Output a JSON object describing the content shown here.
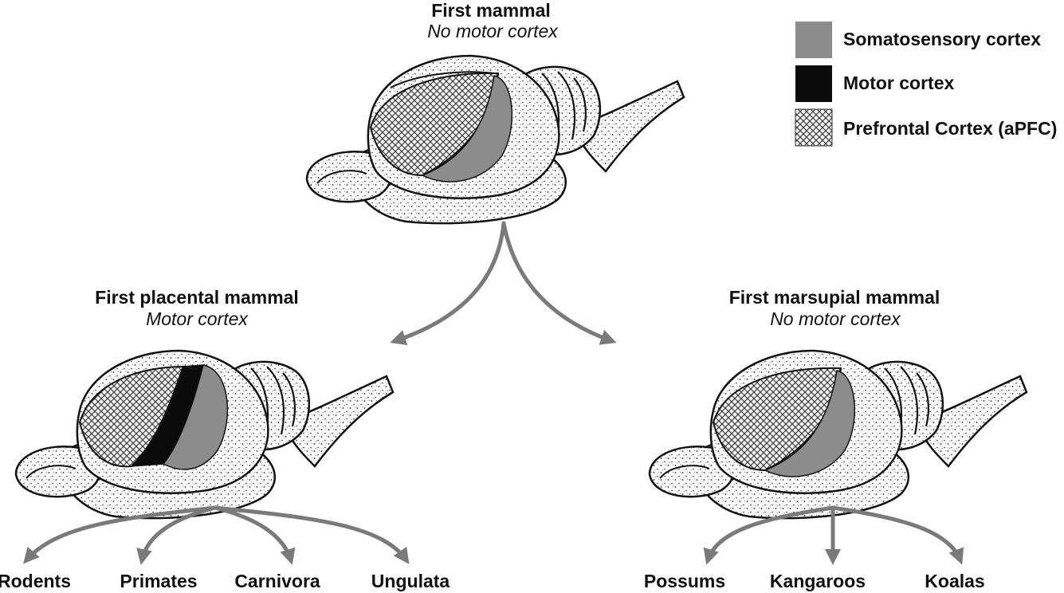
{
  "nodes": {
    "first_mammal": {
      "title": "First mammal",
      "subtitle": "No motor cortex"
    },
    "placental": {
      "title": "First placental mammal",
      "subtitle": "Motor cortex"
    },
    "marsupial": {
      "title": "First marsupial mammal",
      "subtitle": "No motor cortex"
    }
  },
  "descendants": {
    "placental": [
      "Rodents",
      "Primates",
      "Carnivora",
      "Ungulata"
    ],
    "marsupial": [
      "Possums",
      "Kangaroos",
      "Koalas"
    ]
  },
  "legend": [
    {
      "label": "Somatosensory cortex",
      "swatch": "somatosensory"
    },
    {
      "label": "Motor cortex",
      "swatch": "motor"
    },
    {
      "label": "Prefrontal Cortex (aPFC)",
      "swatch": "prefrontal"
    }
  ],
  "colors": {
    "somatosensory": "#8c8c8c",
    "motor": "#0b0b0b",
    "arrow": "#7a7a7a",
    "outline": "#111111"
  }
}
